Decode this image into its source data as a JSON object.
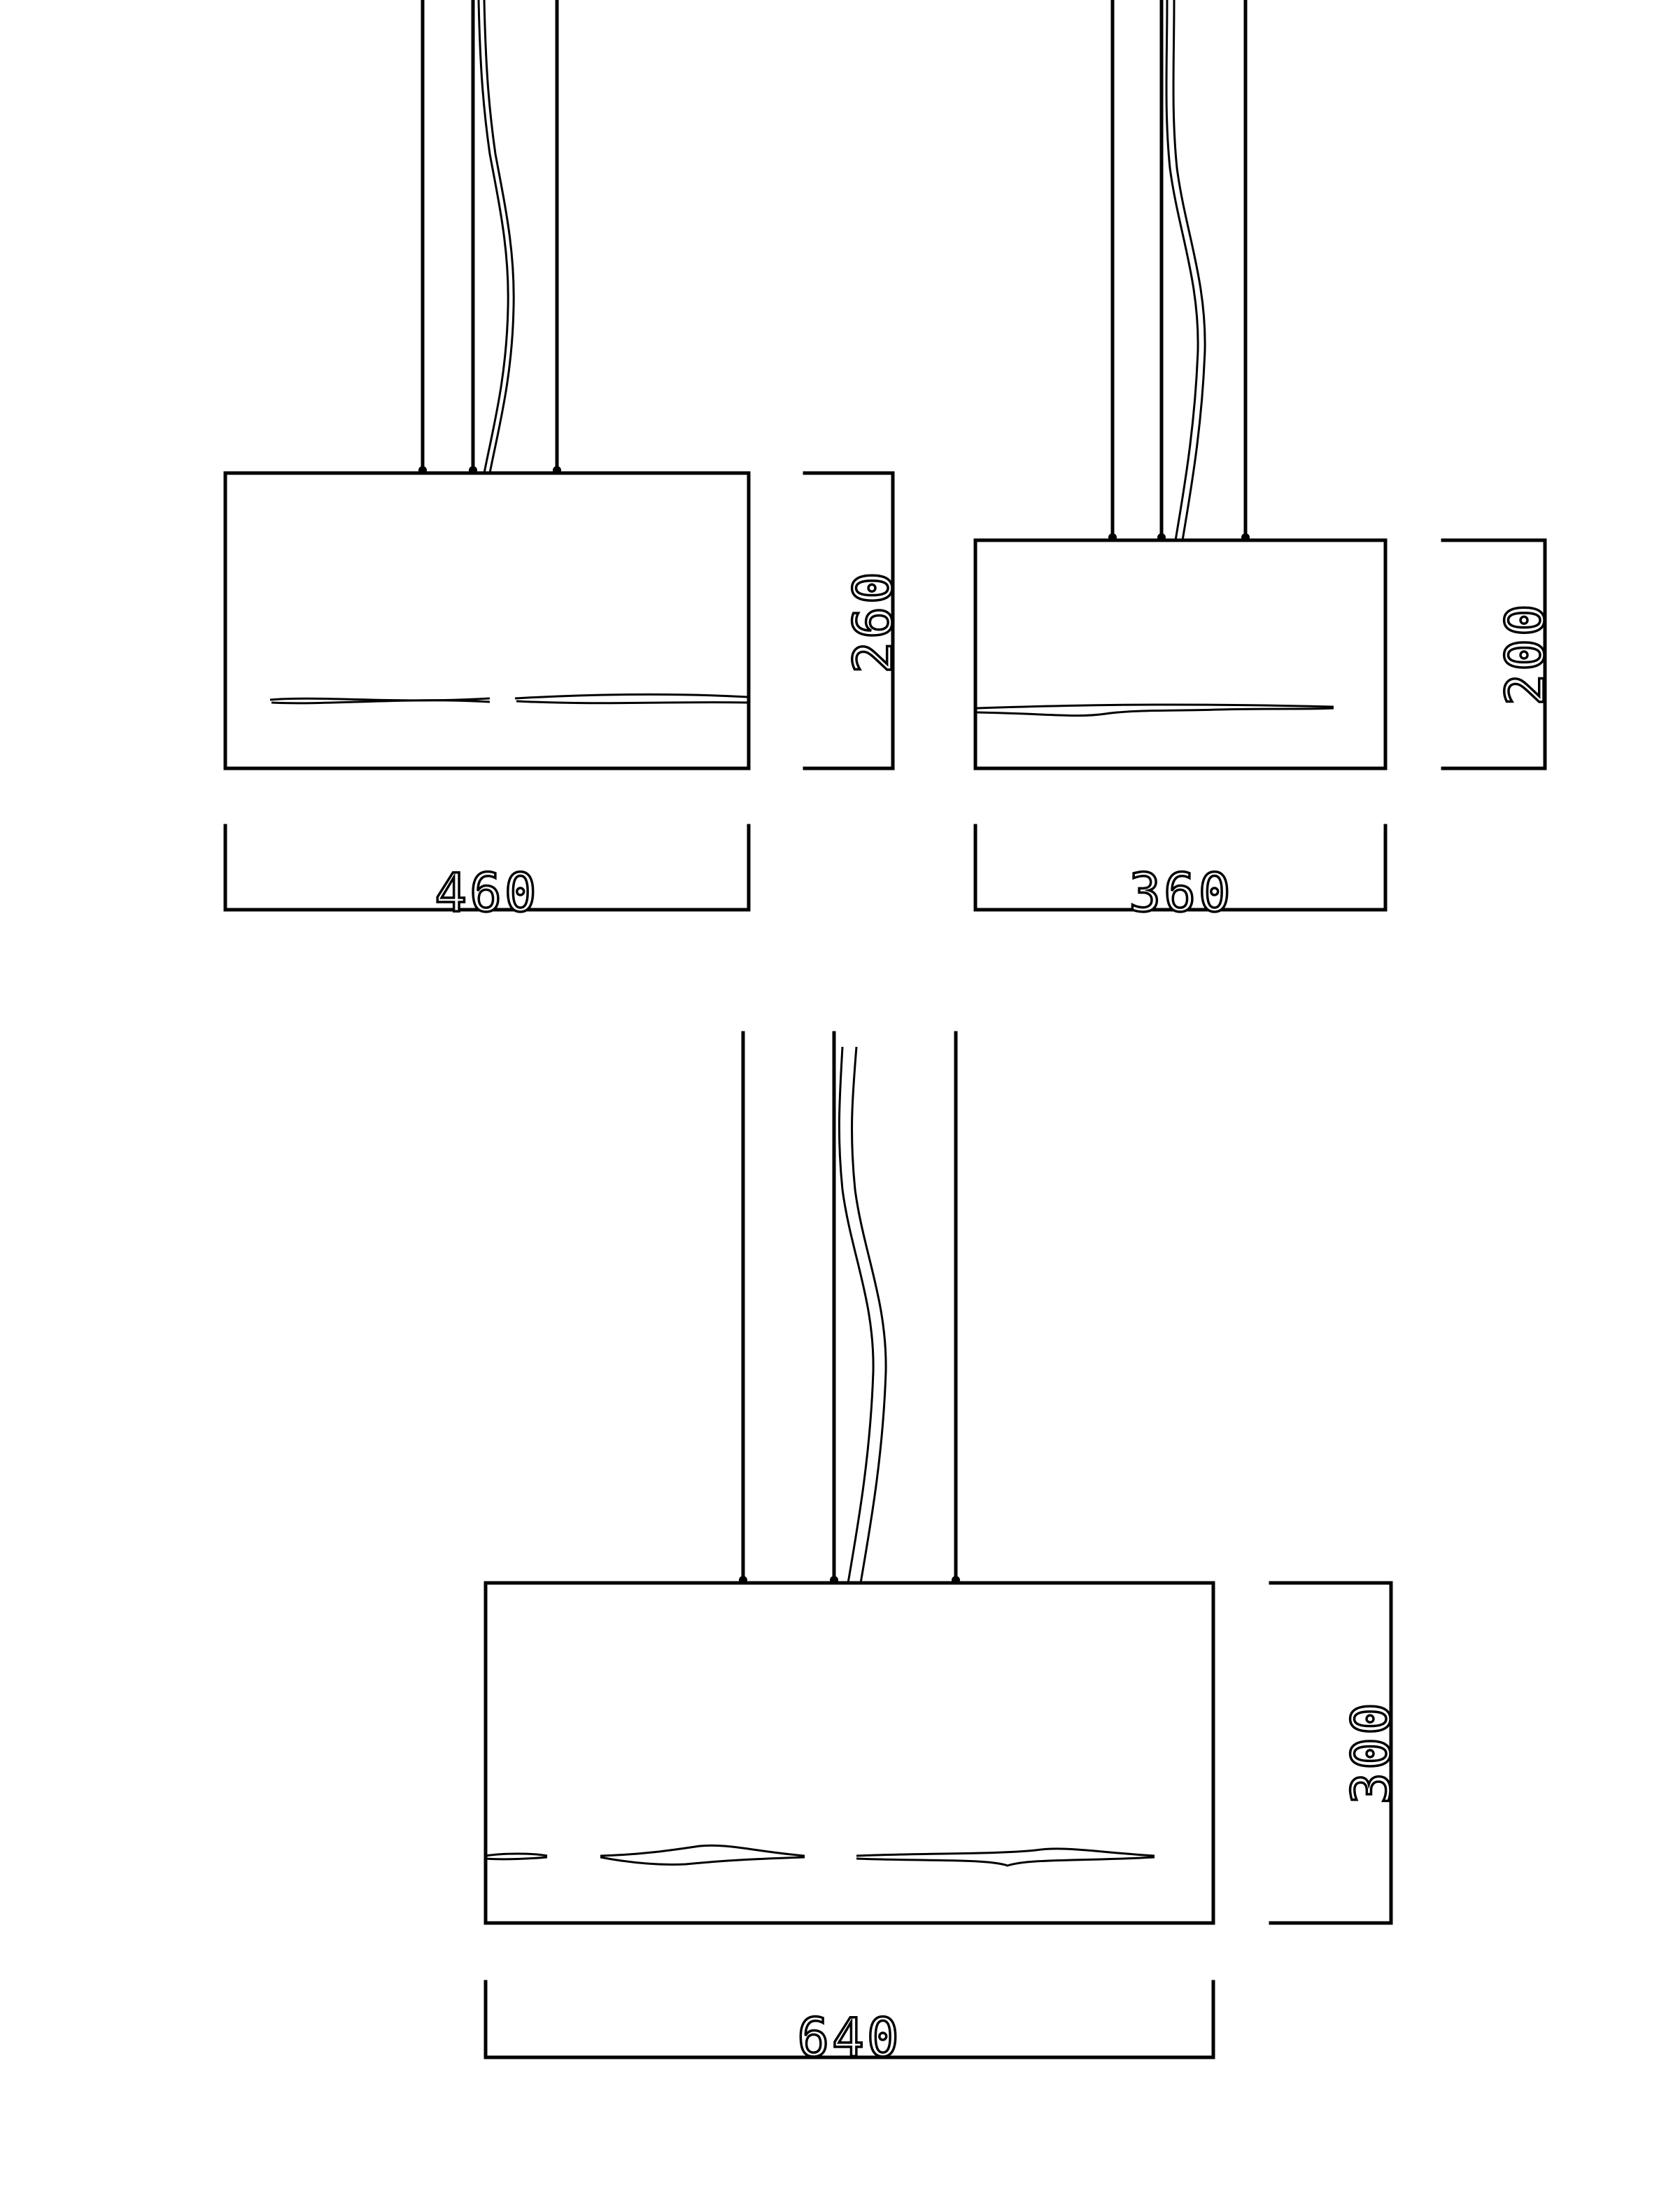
{
  "drawings": [
    {
      "id": "small-lamp",
      "width_label": "360",
      "height_label": "200"
    },
    {
      "id": "medium-lamp",
      "width_label": "460",
      "height_label": "260"
    },
    {
      "id": "large-lamp",
      "width_label": "640",
      "height_label": "300"
    }
  ]
}
